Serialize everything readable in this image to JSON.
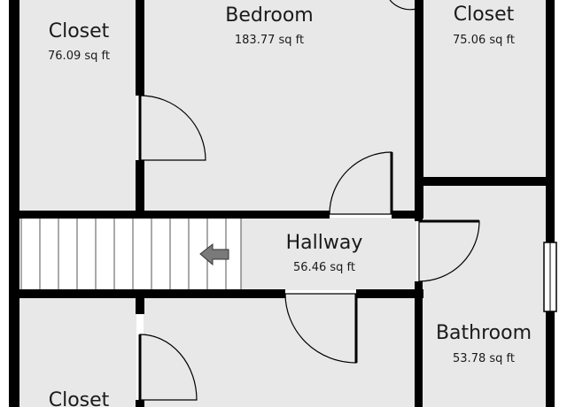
{
  "rooms": [
    {
      "name": "Closet",
      "area": "76.09 sq ft"
    },
    {
      "name": "Bedroom",
      "area": "183.77 sq ft"
    },
    {
      "name": "Closet",
      "area": "75.06 sq ft"
    },
    {
      "name": "Hallway",
      "area": "56.46 sq ft"
    },
    {
      "name": "Bathroom",
      "area": "53.78 sq ft"
    },
    {
      "name": "Closet",
      "area": ""
    }
  ],
  "colors": {
    "wall": "#000000",
    "floor": "#e8e8e8",
    "stairs": "#ffffff",
    "arrow": "#7a7a7a"
  }
}
